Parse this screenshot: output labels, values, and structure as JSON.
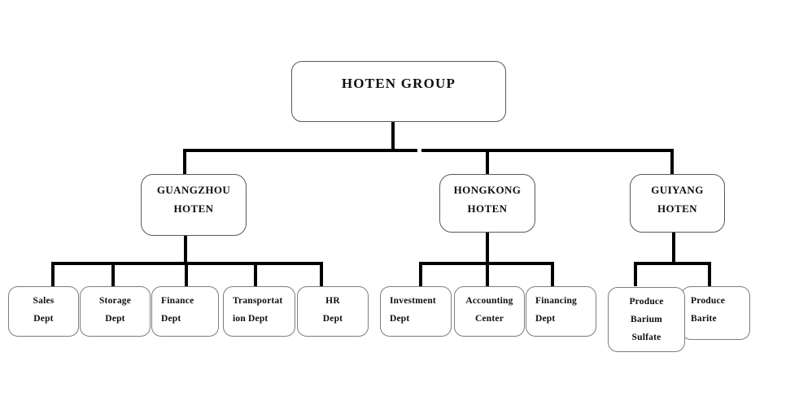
{
  "diagram_title": "HOTEN GROUP organization chart",
  "colors": {
    "background": "#ffffff",
    "box_fill": "#ffffff",
    "box_border": "#595959",
    "dept_box_border": "#7d7d7d",
    "connector": "#000000",
    "text": "#0e0e0e"
  },
  "nodes": {
    "root": {
      "label": "HOTEN GROUP"
    },
    "guangzhou": {
      "label": "GUANGZHOU\nHOTEN"
    },
    "hongkong": {
      "label": "HONGKONG\nHOTEN"
    },
    "guiyang": {
      "label": "GUIYANG\nHOTEN"
    },
    "sales": {
      "label": "Sales\nDept"
    },
    "storage": {
      "label": "Storage\nDept"
    },
    "finance": {
      "label": "Finance\nDept"
    },
    "transportation": {
      "label": "Transportat\nion Dept"
    },
    "hr": {
      "label": "HR\nDept"
    },
    "investment": {
      "label": "Investment\nDept"
    },
    "accounting": {
      "label": "Accounting\nCenter"
    },
    "financing": {
      "label": "Financing\nDept"
    },
    "barium": {
      "label": "Produce\nBarium\nSulfate"
    },
    "barite": {
      "label": "Produce\nBarite"
    }
  },
  "hierarchy": {
    "root": "HOTEN GROUP",
    "branches": [
      {
        "name": "GUANGZHOU HOTEN",
        "children": [
          "Sales Dept",
          "Storage Dept",
          "Finance Dept",
          "Transportation Dept",
          "HR Dept"
        ]
      },
      {
        "name": "HONGKONG HOTEN",
        "children": [
          "Investment Dept",
          "Accounting Center",
          "Financing Dept"
        ]
      },
      {
        "name": "GUIYANG HOTEN",
        "children": [
          "Produce Barium Sulfate",
          "Produce Barite"
        ]
      }
    ]
  }
}
